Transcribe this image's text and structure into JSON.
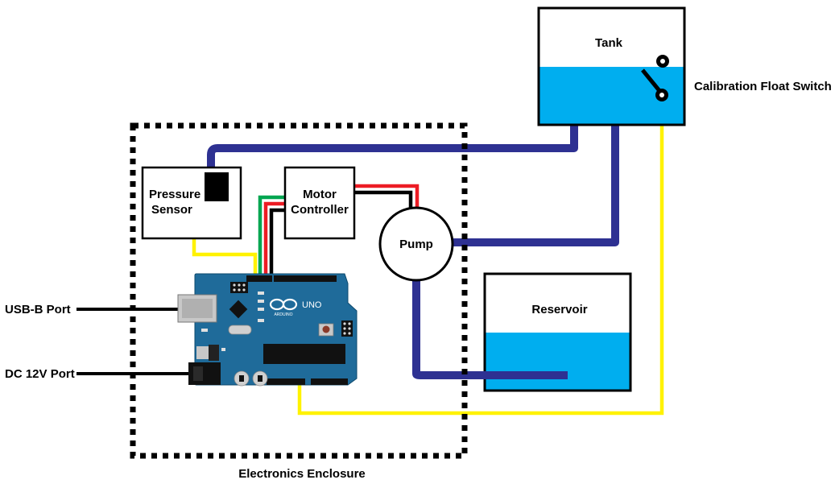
{
  "labels": {
    "tank": "Tank",
    "calibration_float_switch": "Calibration Float Switch",
    "pressure_sensor_line1": "Pressure",
    "pressure_sensor_line2": "Sensor",
    "motor_controller_line1": "Motor",
    "motor_controller_line2": "Controller",
    "pump": "Pump",
    "reservoir": "Reservoir",
    "usb_b_port": "USB-B Port",
    "dc_12v_port": "DC 12V Port",
    "electronics_enclosure": "Electronics Enclosure"
  },
  "arduino": {
    "board_name": "UNO",
    "brand": "ARDUINO"
  },
  "colors": {
    "tube": "#2e3192",
    "signal_wire": "#fff200",
    "power_red": "#ed1c24",
    "ground_black": "#000000",
    "data_green": "#00a651",
    "water": "#00aeef",
    "board": "#1f6b9a"
  }
}
